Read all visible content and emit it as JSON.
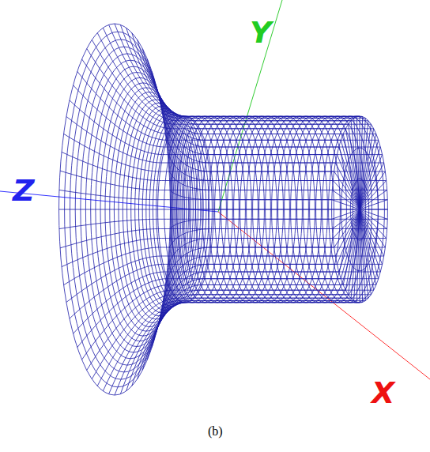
{
  "diagram": {
    "caption": "(b)",
    "labels": [
      "Z",
      "Y",
      "X"
    ]
  }
}
